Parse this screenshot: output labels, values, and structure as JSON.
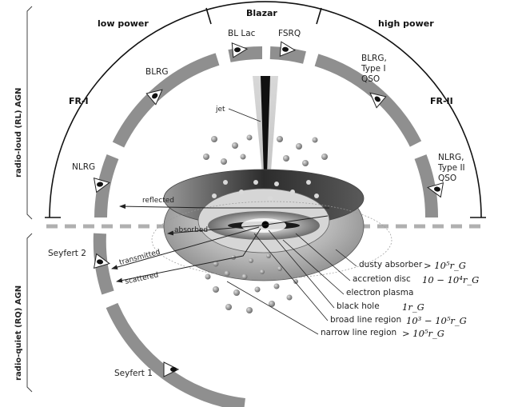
{
  "sections": {
    "blazar": "Blazar",
    "low_power": "low power",
    "high_power": "high power",
    "fr1": "FR-I",
    "fr2": "FR-II",
    "radio_loud": "radio-loud (RL) AGN",
    "radio_quiet": "radio-quiet (RQ) AGN"
  },
  "objects": {
    "bl_lac": "BL Lac",
    "fsrq": "FSRQ",
    "blrg": "BLRG",
    "blrg_type1_a": "BLRG,",
    "blrg_type1_b": "Type I",
    "blrg_type1_c": "QSO",
    "nlrg": "NLRG",
    "nlrg_type2_a": "NLRG,",
    "nlrg_type2_b": "Type II",
    "nlrg_type2_c": "QSO",
    "seyfert2": "Seyfert 2",
    "seyfert1": "Seyfert 1"
  },
  "rays": {
    "jet": "jet",
    "reflected": "reflected",
    "absorbed": "absorbed",
    "transmitted": "transmitted",
    "scattered": "scattered"
  },
  "components": [
    {
      "name": "dusty absorber",
      "scale": "> 10⁵r_G"
    },
    {
      "name": "accretion disc",
      "scale": "10 − 10⁴r_G"
    },
    {
      "name": "electron plasma",
      "scale": ""
    },
    {
      "name": "black hole",
      "scale": "1r_G"
    },
    {
      "name": "broad line region",
      "scale": "10³ − 10⁵r_G"
    },
    {
      "name": "narrow line region",
      "scale": "> 10⁵r_G"
    }
  ]
}
